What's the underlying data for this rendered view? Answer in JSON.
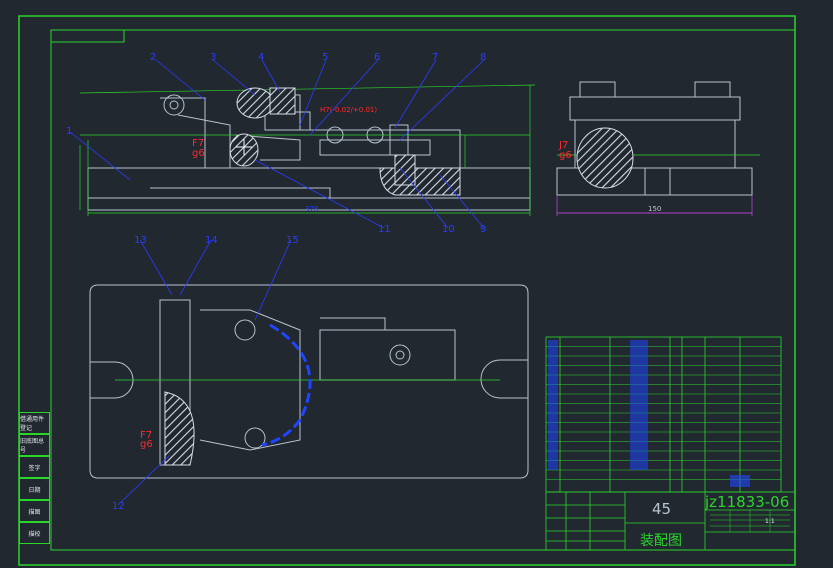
{
  "drawing": {
    "title_cn": "装配图",
    "drawing_number": "jz11833-06",
    "material_code": "45",
    "scale": "1:1"
  },
  "part_callouts": {
    "top": [
      "2",
      "3",
      "4",
      "5",
      "6",
      "7",
      "8"
    ],
    "top_left": "1",
    "bottom": [
      "11",
      "10",
      "9"
    ],
    "plan_top": [
      "13",
      "14",
      "15"
    ],
    "plan_bottom": "12"
  },
  "fits": {
    "main_view": [
      "F7",
      "g6"
    ],
    "side_view": [
      "J7",
      "g6"
    ],
    "plan_view": [
      "F7",
      "g6"
    ],
    "main_view_tolerance": "H7(-0.02/+0.01)"
  },
  "dimensions": {
    "side_width": "150",
    "main_length": "378"
  },
  "side_block": [
    "借通用件登记",
    "旧底图总号",
    "签字",
    "日期",
    "描图",
    "描校"
  ],
  "colors": {
    "background": "#212830",
    "frame": "#2bd62b",
    "outline": "#b9c3d0",
    "hatch": "#d7dde6",
    "dimension": "#1f46ff",
    "centerline": "#e04bff",
    "callout": "#2a3cff",
    "fit_text": "#ff2a2a"
  }
}
